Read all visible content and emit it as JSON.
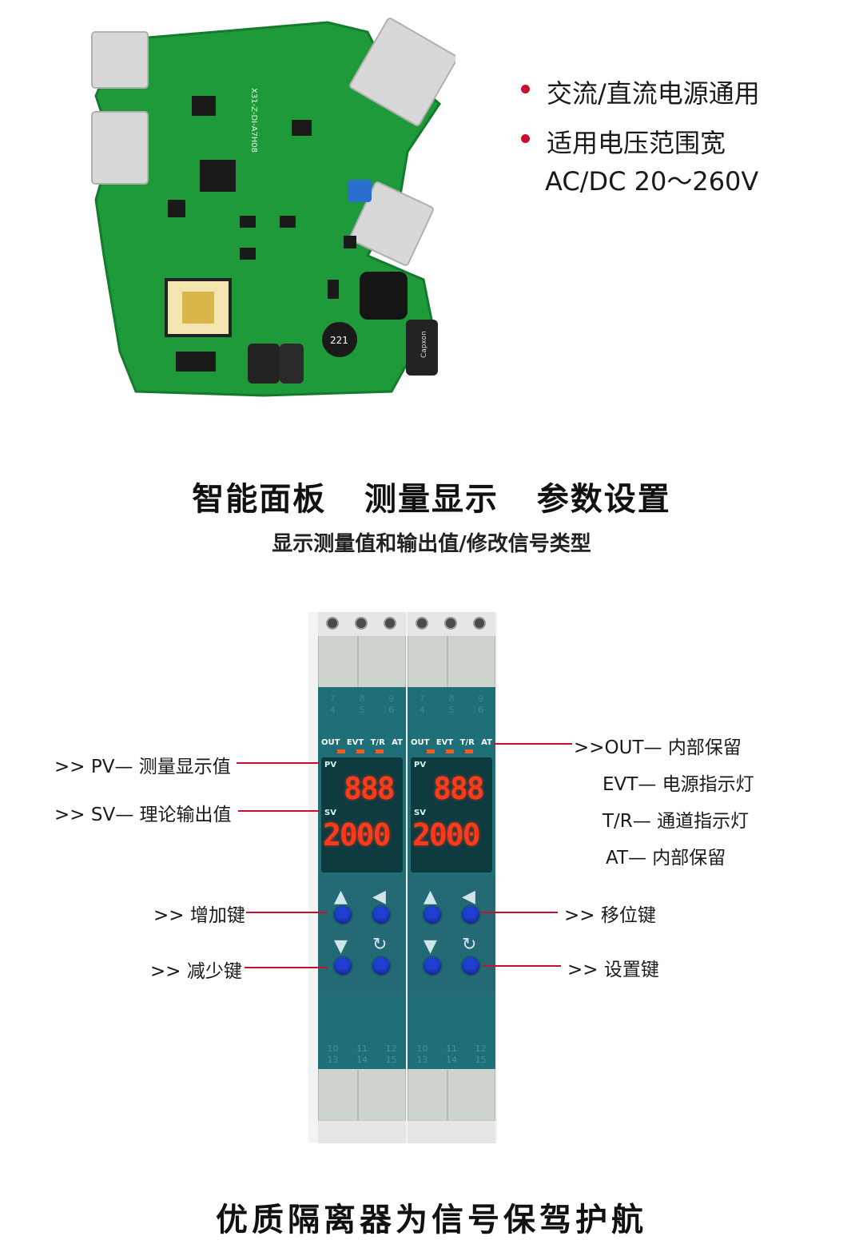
{
  "features": [
    {
      "text": "交流/直流电源通用"
    },
    {
      "text": "适用电压范围宽",
      "text2": "AC/DC 20～260V"
    }
  ],
  "pcb": {
    "silkscreen": "X31-Z-DI-A7H08",
    "inductor_label": "221",
    "capacitor_label": "Capxon"
  },
  "section": {
    "title": "智能面板   测量显示   参数设置",
    "subtitle": "显示测量值和输出值/修改信号类型"
  },
  "device": {
    "indicators": [
      "OUT",
      "EVT",
      "T/R",
      "AT"
    ],
    "pv_label": "PV",
    "sv_label": "SV",
    "pv_value": "888",
    "sv_value": "2000",
    "top_numbers": [
      "7",
      "8",
      "9"
    ],
    "top_numbers2": [
      "4",
      "5",
      "6"
    ],
    "bottom_numbers": [
      "10",
      "11",
      "12"
    ],
    "bottom_numbers2": [
      "13",
      "14",
      "15"
    ]
  },
  "callouts": {
    "pv": ">> PV— 测量显示值",
    "sv": ">> SV— 理论输出值",
    "up": ">> 增加键",
    "down": ">> 减少键",
    "out": ">>OUT— 内部保留",
    "evt": "EVT— 电源指示灯",
    "tr": "T/R—  通道指示灯",
    "at": "AT—  内部保留",
    "shift": ">> 移位键",
    "set": ">> 设置键"
  },
  "footer": "优质隔离器为信号保驾护航",
  "colors": {
    "accent": "#c8102e",
    "panel": "#1f6f78",
    "pcb": "#1f9a3c",
    "led": "#ff3a1a"
  }
}
